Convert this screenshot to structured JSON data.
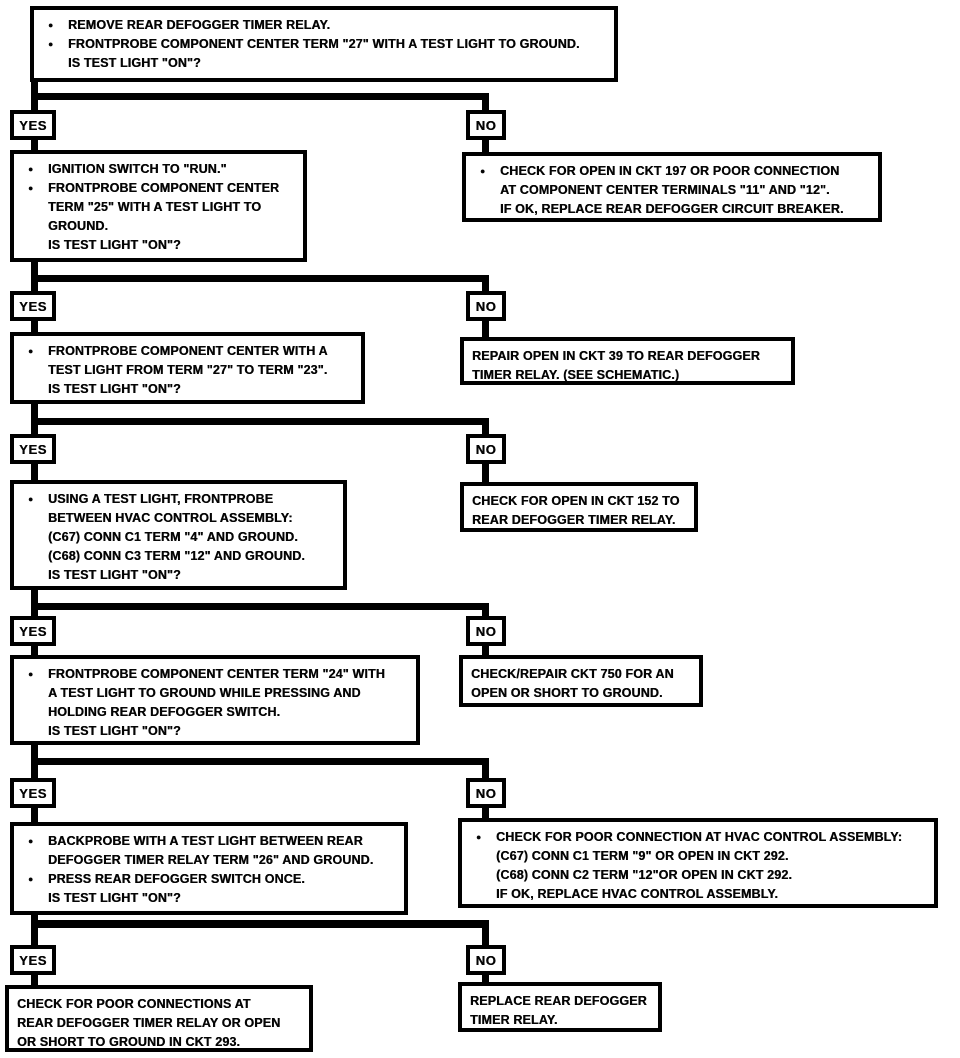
{
  "icons": {
    "bullet": "●"
  },
  "labels": {
    "yes": "YES",
    "no": "NO"
  },
  "nodes": {
    "step1": [
      {
        "style": "bullet",
        "text": "REMOVE REAR DEFOGGER TIMER RELAY."
      },
      {
        "style": "bullet",
        "text": "FRONTPROBE COMPONENT CENTER TERM \"27\" WITH A TEST LIGHT TO GROUND."
      },
      {
        "style": "cont",
        "text": "IS TEST LIGHT \"ON\"?"
      }
    ],
    "step1_no": [
      {
        "style": "bullet",
        "text": "CHECK FOR OPEN IN CKT 197 OR POOR CONNECTION"
      },
      {
        "style": "cont",
        "text": "AT COMPONENT CENTER TERMINALS \"11\" AND \"12\"."
      },
      {
        "style": "cont",
        "text": "IF OK, REPLACE REAR DEFOGGER CIRCUIT BREAKER."
      }
    ],
    "step2": [
      {
        "style": "bullet",
        "text": "IGNITION SWITCH TO \"RUN.\""
      },
      {
        "style": "bullet",
        "text": "FRONTPROBE COMPONENT CENTER"
      },
      {
        "style": "cont",
        "text": "TERM \"25\" WITH A TEST LIGHT TO"
      },
      {
        "style": "cont",
        "text": "GROUND."
      },
      {
        "style": "cont",
        "text": "IS TEST LIGHT \"ON\"?"
      }
    ],
    "step2_no": [
      {
        "style": "plain",
        "text": "REPAIR OPEN IN CKT 39 TO REAR DEFOGGER"
      },
      {
        "style": "plain",
        "text": "TIMER RELAY. (SEE SCHEMATIC.)"
      }
    ],
    "step3": [
      {
        "style": "bullet",
        "text": "FRONTPROBE COMPONENT CENTER WITH A"
      },
      {
        "style": "cont",
        "text": "TEST LIGHT FROM TERM \"27\" TO TERM \"23\"."
      },
      {
        "style": "cont",
        "text": "IS TEST LIGHT \"ON\"?"
      }
    ],
    "step3_no": [
      {
        "style": "plain",
        "text": "CHECK FOR OPEN IN CKT 152 TO"
      },
      {
        "style": "plain",
        "text": "REAR DEFOGGER TIMER RELAY."
      }
    ],
    "step4": [
      {
        "style": "bullet",
        "text": "USING A TEST LIGHT, FRONTPROBE"
      },
      {
        "style": "cont",
        "text": "BETWEEN HVAC CONTROL ASSEMBLY:"
      },
      {
        "style": "cont",
        "text": "(C67) CONN C1 TERM \"4\" AND GROUND."
      },
      {
        "style": "cont",
        "text": "(C68) CONN C3 TERM \"12\" AND GROUND."
      },
      {
        "style": "cont",
        "text": "IS TEST LIGHT \"ON\"?"
      }
    ],
    "step4_no": [
      {
        "style": "plain",
        "text": "CHECK/REPAIR CKT 750 FOR AN"
      },
      {
        "style": "plain",
        "text": "OPEN OR SHORT TO GROUND."
      }
    ],
    "step5": [
      {
        "style": "bullet",
        "text": "FRONTPROBE COMPONENT CENTER TERM \"24\" WITH"
      },
      {
        "style": "cont",
        "text": "A TEST LIGHT TO GROUND WHILE PRESSING AND"
      },
      {
        "style": "cont",
        "text": "HOLDING REAR DEFOGGER SWITCH."
      },
      {
        "style": "cont",
        "text": "IS TEST LIGHT \"ON\"?"
      }
    ],
    "step5_no": [
      {
        "style": "bullet",
        "text": "CHECK FOR POOR CONNECTION AT HVAC CONTROL ASSEMBLY:"
      },
      {
        "style": "cont",
        "text": "(C67) CONN C1 TERM \"9\" OR OPEN IN CKT 292."
      },
      {
        "style": "cont",
        "text": "(C68) CONN C2 TERM \"12\"OR OPEN IN CKT 292."
      },
      {
        "style": "cont",
        "text": "IF OK, REPLACE HVAC CONTROL ASSEMBLY."
      }
    ],
    "step6": [
      {
        "style": "bullet",
        "text": "BACKPROBE WITH A TEST LIGHT BETWEEN REAR"
      },
      {
        "style": "cont",
        "text": "DEFOGGER TIMER RELAY TERM \"26\" AND GROUND."
      },
      {
        "style": "bullet",
        "text": "PRESS REAR DEFOGGER SWITCH ONCE."
      },
      {
        "style": "cont",
        "text": "IS TEST LIGHT \"ON\"?"
      }
    ],
    "step6_no": [
      {
        "style": "plain",
        "text": "REPLACE REAR DEFOGGER"
      },
      {
        "style": "plain",
        "text": "TIMER RELAY."
      }
    ],
    "step6_yes": [
      {
        "style": "plain",
        "text": "CHECK FOR POOR CONNECTIONS AT"
      },
      {
        "style": "plain",
        "text": "REAR DEFOGGER TIMER RELAY OR OPEN"
      },
      {
        "style": "plain",
        "text": "OR SHORT TO GROUND IN CKT 293."
      }
    ]
  }
}
